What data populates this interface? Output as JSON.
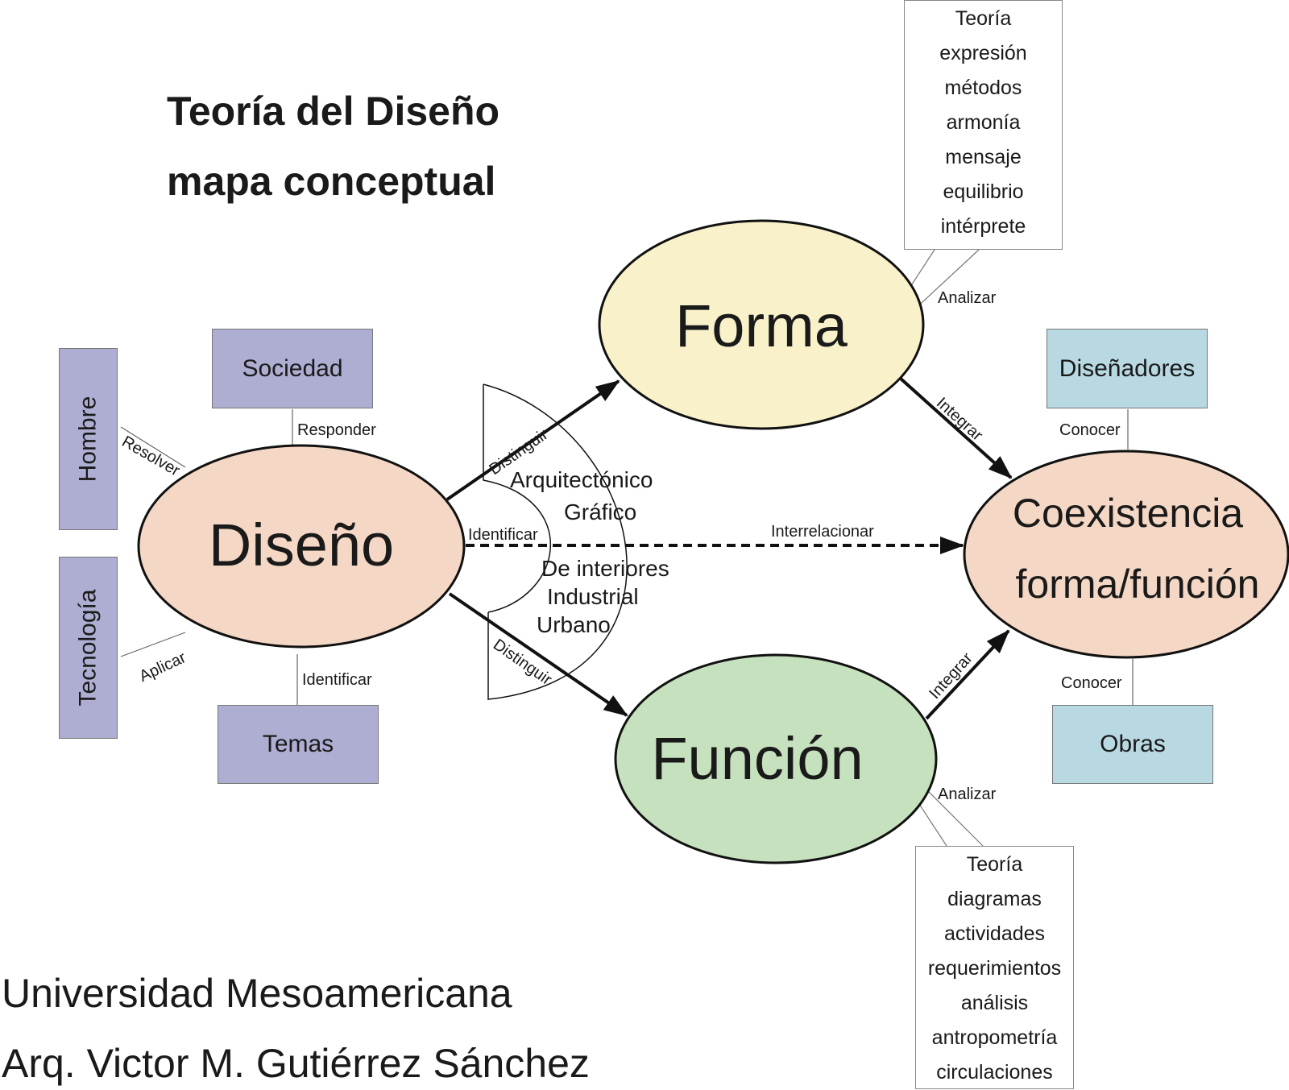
{
  "title": {
    "line1": "Teoría del Diseño",
    "line2": "mapa conceptual"
  },
  "credits": {
    "university": "Universidad Mesoamericana",
    "author": "Arq. Victor M. Gutiérrez Sánchez"
  },
  "nodes": {
    "diseno": "Diseño",
    "forma": "Forma",
    "funcion": "Función",
    "coexistencia": {
      "line1": "Coexistencia",
      "line2": "forma/función"
    }
  },
  "boxes": {
    "sociedad": "Sociedad",
    "hombre": "Hombre",
    "tecnologia": "Tecnología",
    "temas": "Temas",
    "disenadores": "Diseñadores",
    "obras": "Obras"
  },
  "forma_list": [
    "Teoría",
    "expresión",
    "métodos",
    "armonía",
    "mensaje",
    "equilibrio",
    "intérprete"
  ],
  "funcion_list": [
    "Teoría",
    "diagramas",
    "actividades",
    "requerimientos",
    "análisis",
    "antropometría",
    "circulaciones"
  ],
  "design_types": [
    "Arquitectónico",
    "Gráfico",
    "De interiores",
    "Industrial",
    "Urbano"
  ],
  "links": {
    "resolver": "Resolver",
    "responder": "Responder",
    "aplicar": "Aplicar",
    "identificar_temas": "Identificar",
    "identificar_types": "Identificar",
    "distinguir_top": "Distinguir",
    "distinguir_bottom": "Distinguir",
    "interrelacionar": "Interrelacionar",
    "integrar_top": "Integrar",
    "integrar_bottom": "Integrar",
    "analizar_top": "Analizar",
    "analizar_bottom": "Analizar",
    "conocer_top": "Conocer",
    "conocer_bottom": "Conocer"
  },
  "colors": {
    "diseno": "#f4d7c4",
    "forma": "#f8f1c9",
    "funcion": "#c6e1bd",
    "coexistencia": "#f4d7c4",
    "purple_box": "#aeaed3",
    "blue_box": "#b8d8e2"
  }
}
